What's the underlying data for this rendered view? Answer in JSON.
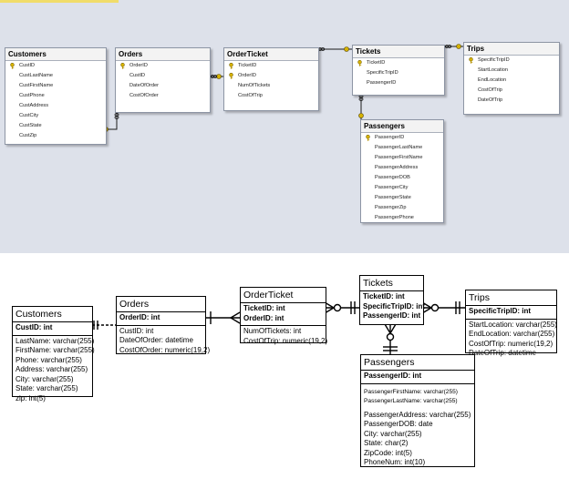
{
  "ssms_diagram": {
    "customers": {
      "title": "Customers",
      "fields": [
        "CustID",
        "CustLastName",
        "CustFirstName",
        "CustPhone",
        "CustAddress",
        "CustCity",
        "CustState",
        "CustZip"
      ]
    },
    "orders": {
      "title": "Orders",
      "fields": [
        "OrderID",
        "CustID",
        "DateOfOrder",
        "CostOfOrder"
      ]
    },
    "order_ticket": {
      "title": "OrderTicket",
      "fields": [
        "TicketID",
        "OrderID",
        "NumOfTickets",
        "CostOfTrip"
      ]
    },
    "tickets": {
      "title": "Tickets",
      "fields": [
        "TicketID",
        "SpecificTripID",
        "PassengerID"
      ]
    },
    "trips": {
      "title": "Trips",
      "fields": [
        "SpecificTripID",
        "StartLocation",
        "EndLocation",
        "CostOfTrip",
        "DateOfTrip"
      ]
    },
    "passengers": {
      "title": "Passengers",
      "fields": [
        "PassengerID",
        "PassengerLastName",
        "PassengerFirstName",
        "PassengerAddress",
        "PassengerDOB",
        "PassengerCity",
        "PassengerState",
        "PassengerZip",
        "PassengerPhone"
      ]
    }
  },
  "erd_diagram": {
    "customers": {
      "title": "Customers",
      "pk": [
        "CustID: int"
      ],
      "fields": [
        "LastName: varchar(255)",
        "FirstName: varchar(255)",
        "Phone: varchar(255)",
        "Address: varchar(255)",
        "City: varchar(255)",
        "State: varchar(255)",
        "zip: int(5)"
      ]
    },
    "orders": {
      "title": "Orders",
      "pk": [
        "OrderID: int"
      ],
      "fields": [
        "CustID: int",
        "DateOfOrder: datetime",
        "CostOfOrder: numeric(19,2)"
      ]
    },
    "order_ticket": {
      "title": "OrderTicket",
      "pk": [
        "TicketID: int",
        "OrderID: int"
      ],
      "fields": [
        "NumOfTickets: int",
        "CostOfTrip: numeric(19,2)"
      ]
    },
    "tickets": {
      "title": "Tickets",
      "pk": [
        "TicketID: int",
        "SpecificTripID: int",
        "PassengerID: int"
      ],
      "fields": []
    },
    "trips": {
      "title": "Trips",
      "pk": [
        "SpecificTripID: int"
      ],
      "fields": [
        "StartLocation: varchar(255)",
        "EndLocation: varchar(255)",
        "CostOfTrip: numeric(19,2)",
        "DateOfTrip: datetime"
      ]
    },
    "passengers": {
      "title": "Passengers",
      "pk": [
        "PassengerID: int"
      ],
      "fields": [
        "PassengerFirstName: varchar(255)",
        "PassengerLastName: varchar(255)",
        "PassengerAddress: varchar(255)",
        "PassengerDOB: date",
        "City: varchar(255)",
        "State: char(2)",
        "ZipCode: int(5)",
        "PhoneNum: int(10)"
      ]
    }
  },
  "colors": {
    "panel_bg": "#dde1ea",
    "key_gold": "#d7b300",
    "line": "#000000"
  }
}
